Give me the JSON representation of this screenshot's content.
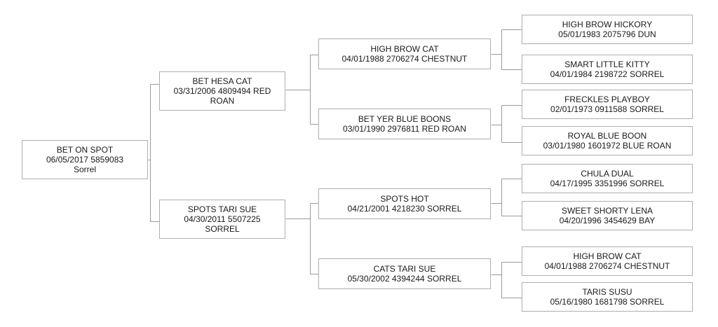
{
  "pedigree": {
    "subject": {
      "name": "BET ON SPOT",
      "details": "06/05/2017 5859083",
      "extra": "Sorrel"
    },
    "sire": {
      "name": "BET HESA CAT",
      "details": "03/31/2006 4809494 RED",
      "extra": "ROAN"
    },
    "dam": {
      "name": "SPOTS TARI SUE",
      "details": "04/30/2011 5507225",
      "extra": "SORREL"
    },
    "sire_sire": {
      "name": "HIGH BROW CAT",
      "details": "04/01/1988 2706274 CHESTNUT"
    },
    "sire_dam": {
      "name": "BET YER BLUE BOONS",
      "details": "03/01/1990 2976811 RED ROAN"
    },
    "dam_sire": {
      "name": "SPOTS HOT",
      "details": "04/21/2001 4218230 SORREL"
    },
    "dam_dam": {
      "name": "CATS TARI SUE",
      "details": "05/30/2002 4394244 SORREL"
    },
    "g1": {
      "name": "HIGH BROW HICKORY",
      "details": "05/01/1983 2075796 DUN"
    },
    "g2": {
      "name": "SMART LITTLE KITTY",
      "details": "04/01/1984 2198722 SORREL"
    },
    "g3": {
      "name": "FRECKLES PLAYBOY",
      "details": "02/01/1973 0911588 SORREL"
    },
    "g4": {
      "name": "ROYAL BLUE BOON",
      "details": "03/01/1980 1601972 BLUE ROAN"
    },
    "g5": {
      "name": "CHULA DUAL",
      "details": "04/17/1995 3351996 SORREL"
    },
    "g6": {
      "name": "SWEET SHORTY LENA",
      "details": "04/20/1996 3454629 BAY"
    },
    "g7": {
      "name": "HIGH BROW CAT",
      "details": "04/01/1988 2706274 CHESTNUT"
    },
    "g8": {
      "name": "TARIS SUSU",
      "details": "05/16/1980 1681798 SORREL"
    }
  },
  "colors": {
    "line": "#9a9a9a",
    "border": "#aeaeae",
    "text": "#1a1a1a"
  }
}
